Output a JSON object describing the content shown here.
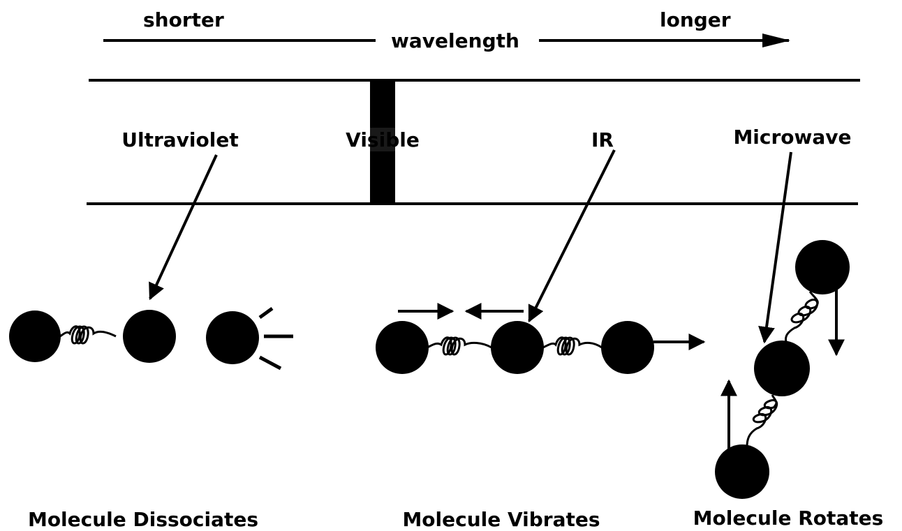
{
  "header": {
    "shorter_label": "shorter",
    "wavelength_label": "wavelength",
    "longer_label": "longer"
  },
  "spectrum": {
    "regions": [
      {
        "label": "Ultraviolet"
      },
      {
        "label": "Visible"
      },
      {
        "label": "IR"
      },
      {
        "label": "Microwave"
      }
    ]
  },
  "captions": {
    "dissociates": "Molecule Dissociates",
    "vibrates": "Molecule Vibrates",
    "rotates": "Molecule Rotates"
  },
  "colors": {
    "ink": "#000000",
    "background": "#ffffff"
  }
}
